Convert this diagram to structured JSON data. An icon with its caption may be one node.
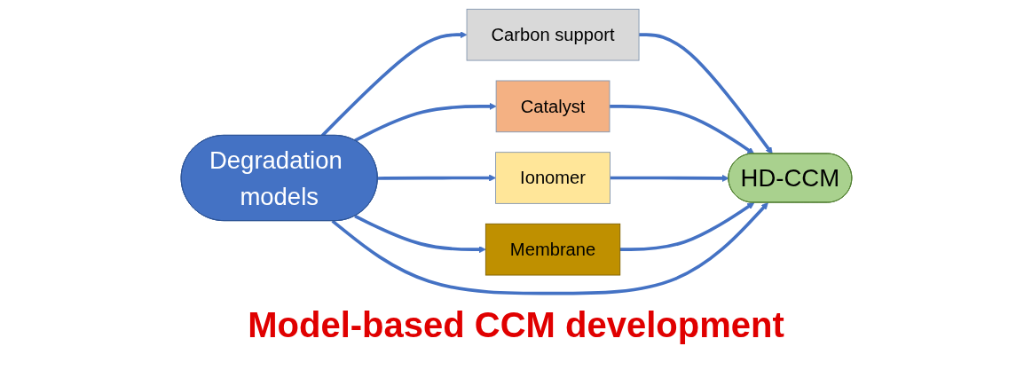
{
  "diagram": {
    "caption": "Model-based CCM development",
    "nodes": [
      {
        "text": [
          "Degradation models"
        ]
      },
      {
        "text": [
          "Carbon support"
        ]
      },
      {
        "text": [
          "Catalyst"
        ]
      },
      {
        "text": [
          "Ionomer"
        ]
      },
      {
        "text": [
          "Membrane"
        ]
      },
      {
        "text": [
          "HD-CCM"
        ]
      }
    ],
    "edges": [
      {
        "from": 0,
        "to": 1,
        "arrow": "to"
      },
      {
        "from": 0,
        "to": 2,
        "arrow": "to"
      },
      {
        "from": 0,
        "to": 3,
        "arrow": "to"
      },
      {
        "from": 0,
        "to": 4,
        "arrow": "to"
      },
      {
        "from": 1,
        "to": 5,
        "arrow": "to"
      },
      {
        "from": 2,
        "to": 5,
        "arrow": "to"
      },
      {
        "from": 3,
        "to": 5,
        "arrow": "to"
      },
      {
        "from": 4,
        "to": 5,
        "arrow": "to"
      },
      {
        "from": 0,
        "to": 5,
        "arrow": "to"
      }
    ]
  }
}
